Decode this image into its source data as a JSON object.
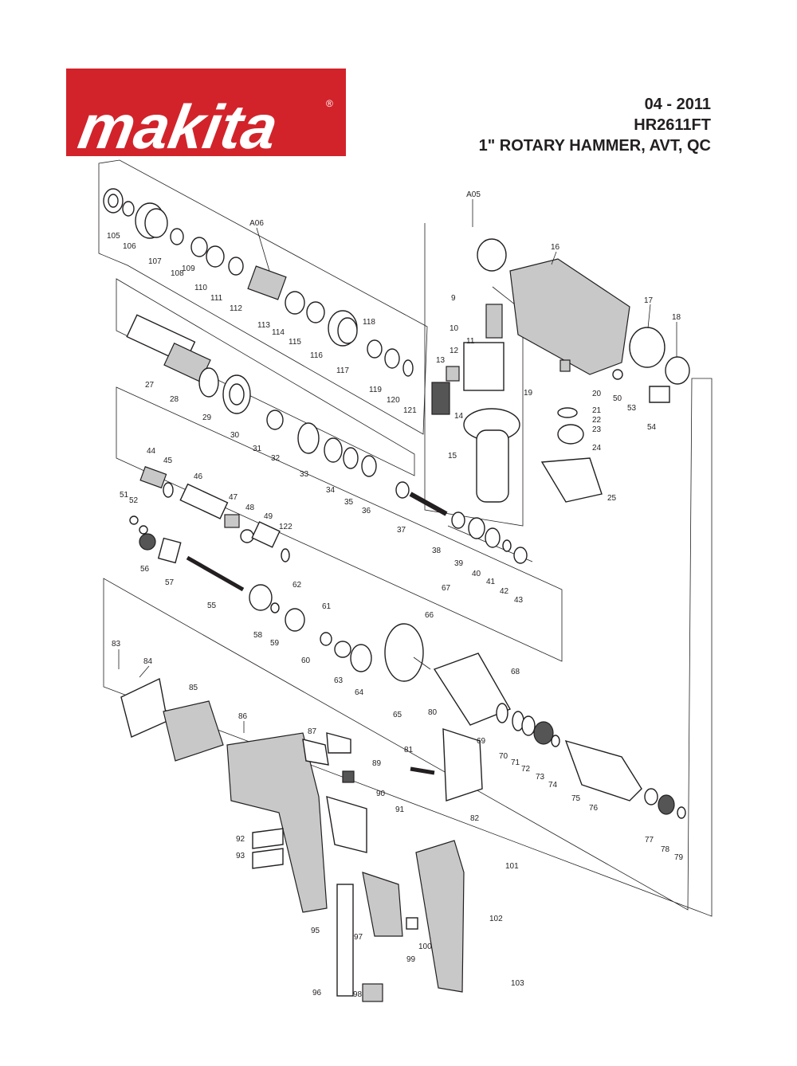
{
  "brand": {
    "logo_text": "makita",
    "registered_mark": "®",
    "color": "#d2232a"
  },
  "header": {
    "date": "04 - 2011",
    "model": "HR2611FT",
    "title": "1\" ROTARY HAMMER, AVT, QC"
  },
  "assembly_labels": [
    "A06",
    "A05"
  ],
  "parts": [
    "105",
    "106",
    "107",
    "108",
    "109",
    "110",
    "111",
    "112",
    "113",
    "114",
    "115",
    "116",
    "117",
    "118",
    "119",
    "120",
    "121",
    "27",
    "28",
    "29",
    "30",
    "31",
    "32",
    "33",
    "34",
    "35",
    "36",
    "37",
    "38",
    "39",
    "40",
    "41",
    "42",
    "43",
    "44",
    "45",
    "46",
    "47",
    "48",
    "49",
    "122",
    "51",
    "52",
    "56",
    "57",
    "55",
    "58",
    "59",
    "62",
    "61",
    "60",
    "63",
    "64",
    "67",
    "66",
    "65",
    "68",
    "69",
    "70",
    "71",
    "72",
    "73",
    "74",
    "75",
    "76",
    "77",
    "78",
    "79",
    "9",
    "10",
    "11",
    "12",
    "13",
    "14",
    "15",
    "16",
    "17",
    "18",
    "19",
    "20",
    "21",
    "22",
    "23",
    "24",
    "25",
    "50",
    "53",
    "54",
    "83",
    "84",
    "85",
    "86",
    "87",
    "89",
    "90",
    "91",
    "92",
    "93",
    "80",
    "81",
    "82",
    "95",
    "96",
    "97",
    "98",
    "99",
    "100",
    "101",
    "102",
    "103"
  ]
}
